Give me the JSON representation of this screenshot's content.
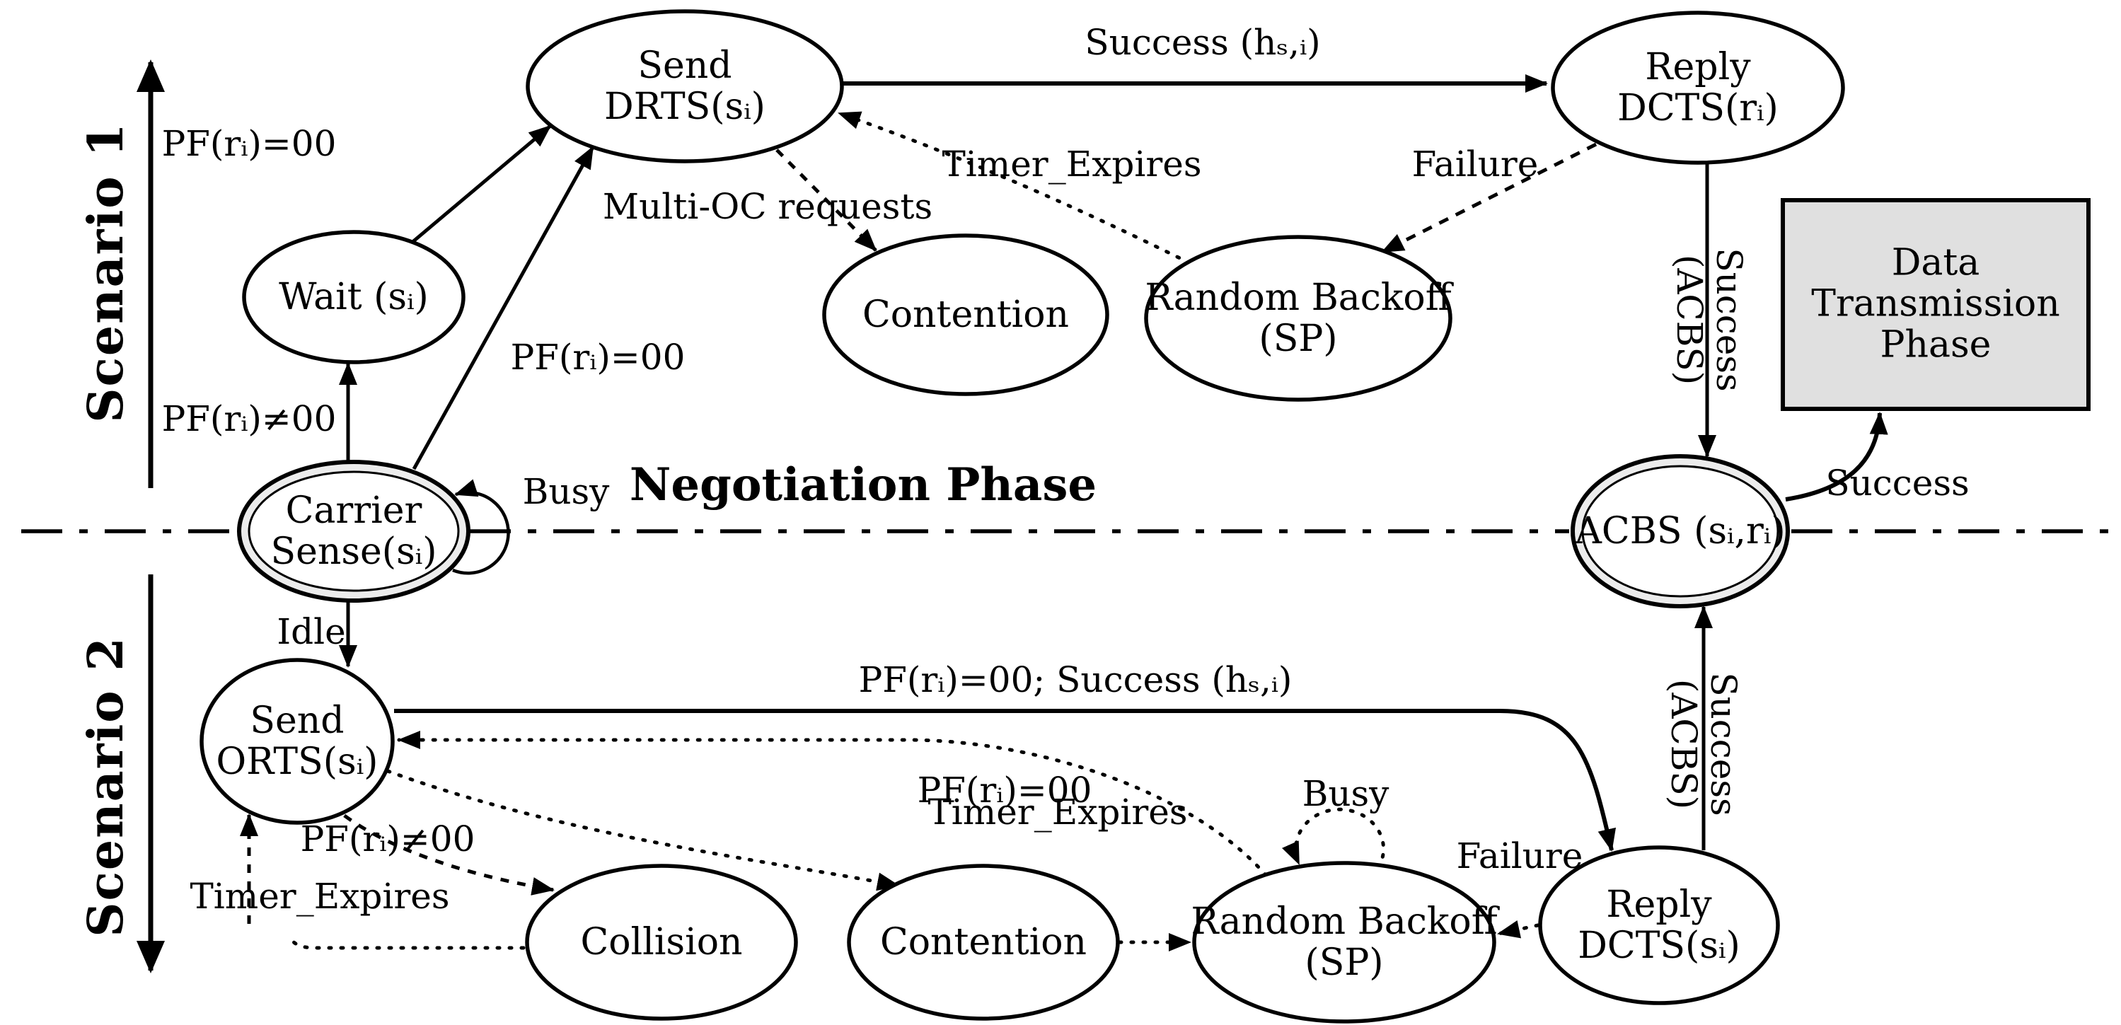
{
  "figure": {
    "divider_label": "Negotiation Phase",
    "axes": {
      "scenario1": "Scenario 1",
      "scenario2": "Scenario 2"
    },
    "nodes": {
      "wait": "Wait (sᵢ)",
      "carrier_sense": "Carrier\nSense(sᵢ)",
      "send_drts": "Send\nDRTS(sᵢ)",
      "contention_top": "Contention",
      "random_backoff_top": "Random Backoff\n(SP)",
      "reply_dcts_r": "Reply\nDCTS(rᵢ)",
      "acbs": "ACBS (sᵢ,rᵢ)",
      "data_transmission": "Data\nTransmission\nPhase",
      "send_orts": "Send\nORTS(sᵢ)",
      "collision": "Collision",
      "contention_bottom": "Contention",
      "random_backoff_bottom": "Random Backoff\n(SP)",
      "reply_dcts_s": "Reply\nDCTS(sᵢ)"
    },
    "edge_labels": {
      "pf_eq_00_wait": "PF(rᵢ)=00",
      "pf_ne_00_top": "PF(rᵢ)≠00",
      "pf_eq_00_carrier": "PF(rᵢ)=00",
      "success_hsi": "Success (hₛ,ᵢ)",
      "multi_oc": "Multi-OC requests",
      "timer_expires_top": "Timer_Expires",
      "failure_top": "Failure",
      "busy_top": "Busy",
      "success_acbs_top": "Success\n(ACBS)",
      "success_curve": "Success",
      "idle": "Idle",
      "pf00_success_bottom": "PF(rᵢ)=00;  Success (hₛ,ᵢ)",
      "timer_expires_mid": "Timer_Expires",
      "pf_eq_00_bottom": "PF(rᵢ)=00",
      "pf_ne_00_bottom": "PF(rᵢ)≠00",
      "timer_expires_bottom": "Timer_Expires",
      "busy_bottom": "Busy",
      "failure_bottom": "Failure",
      "success_acbs_bottom": "Success\n(ACBS)"
    },
    "colors": {
      "ink": "#000000",
      "state_fill": "#ffffff",
      "double_ring_fill": "#ececec",
      "box_fill": "#e0e0e0",
      "background": "#ffffff"
    }
  }
}
